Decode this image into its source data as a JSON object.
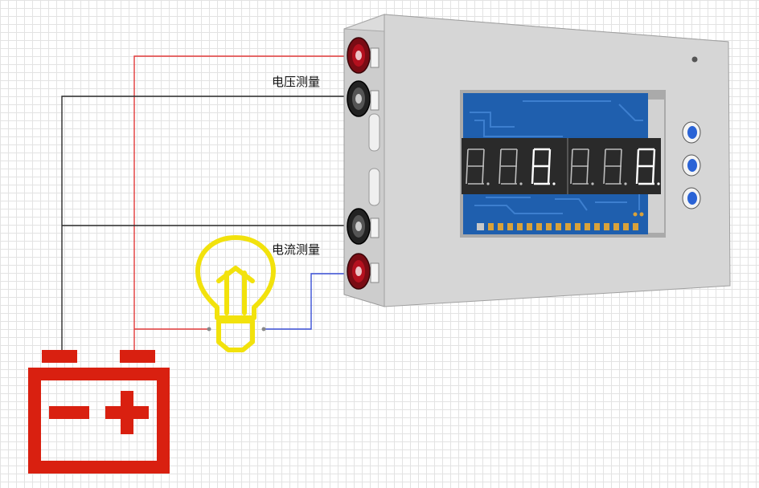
{
  "labels": {
    "voltage": "电压测量",
    "current": "电流测量"
  },
  "colors": {
    "positive_wire": "#e23a3a",
    "negative_wire": "#2b2b2b",
    "load_wire": "#3a4fd6",
    "battery": "#d92010",
    "bulb": "#f2e20c",
    "meter_body": "#d4d4d4",
    "pcb": "#1f5fae",
    "digit_on": "#ffffff",
    "digit_off": "#3a3a3a"
  },
  "components": {
    "battery": "battery-icon",
    "bulb": "light-bulb-icon",
    "meter": "digital-panel-meter"
  }
}
